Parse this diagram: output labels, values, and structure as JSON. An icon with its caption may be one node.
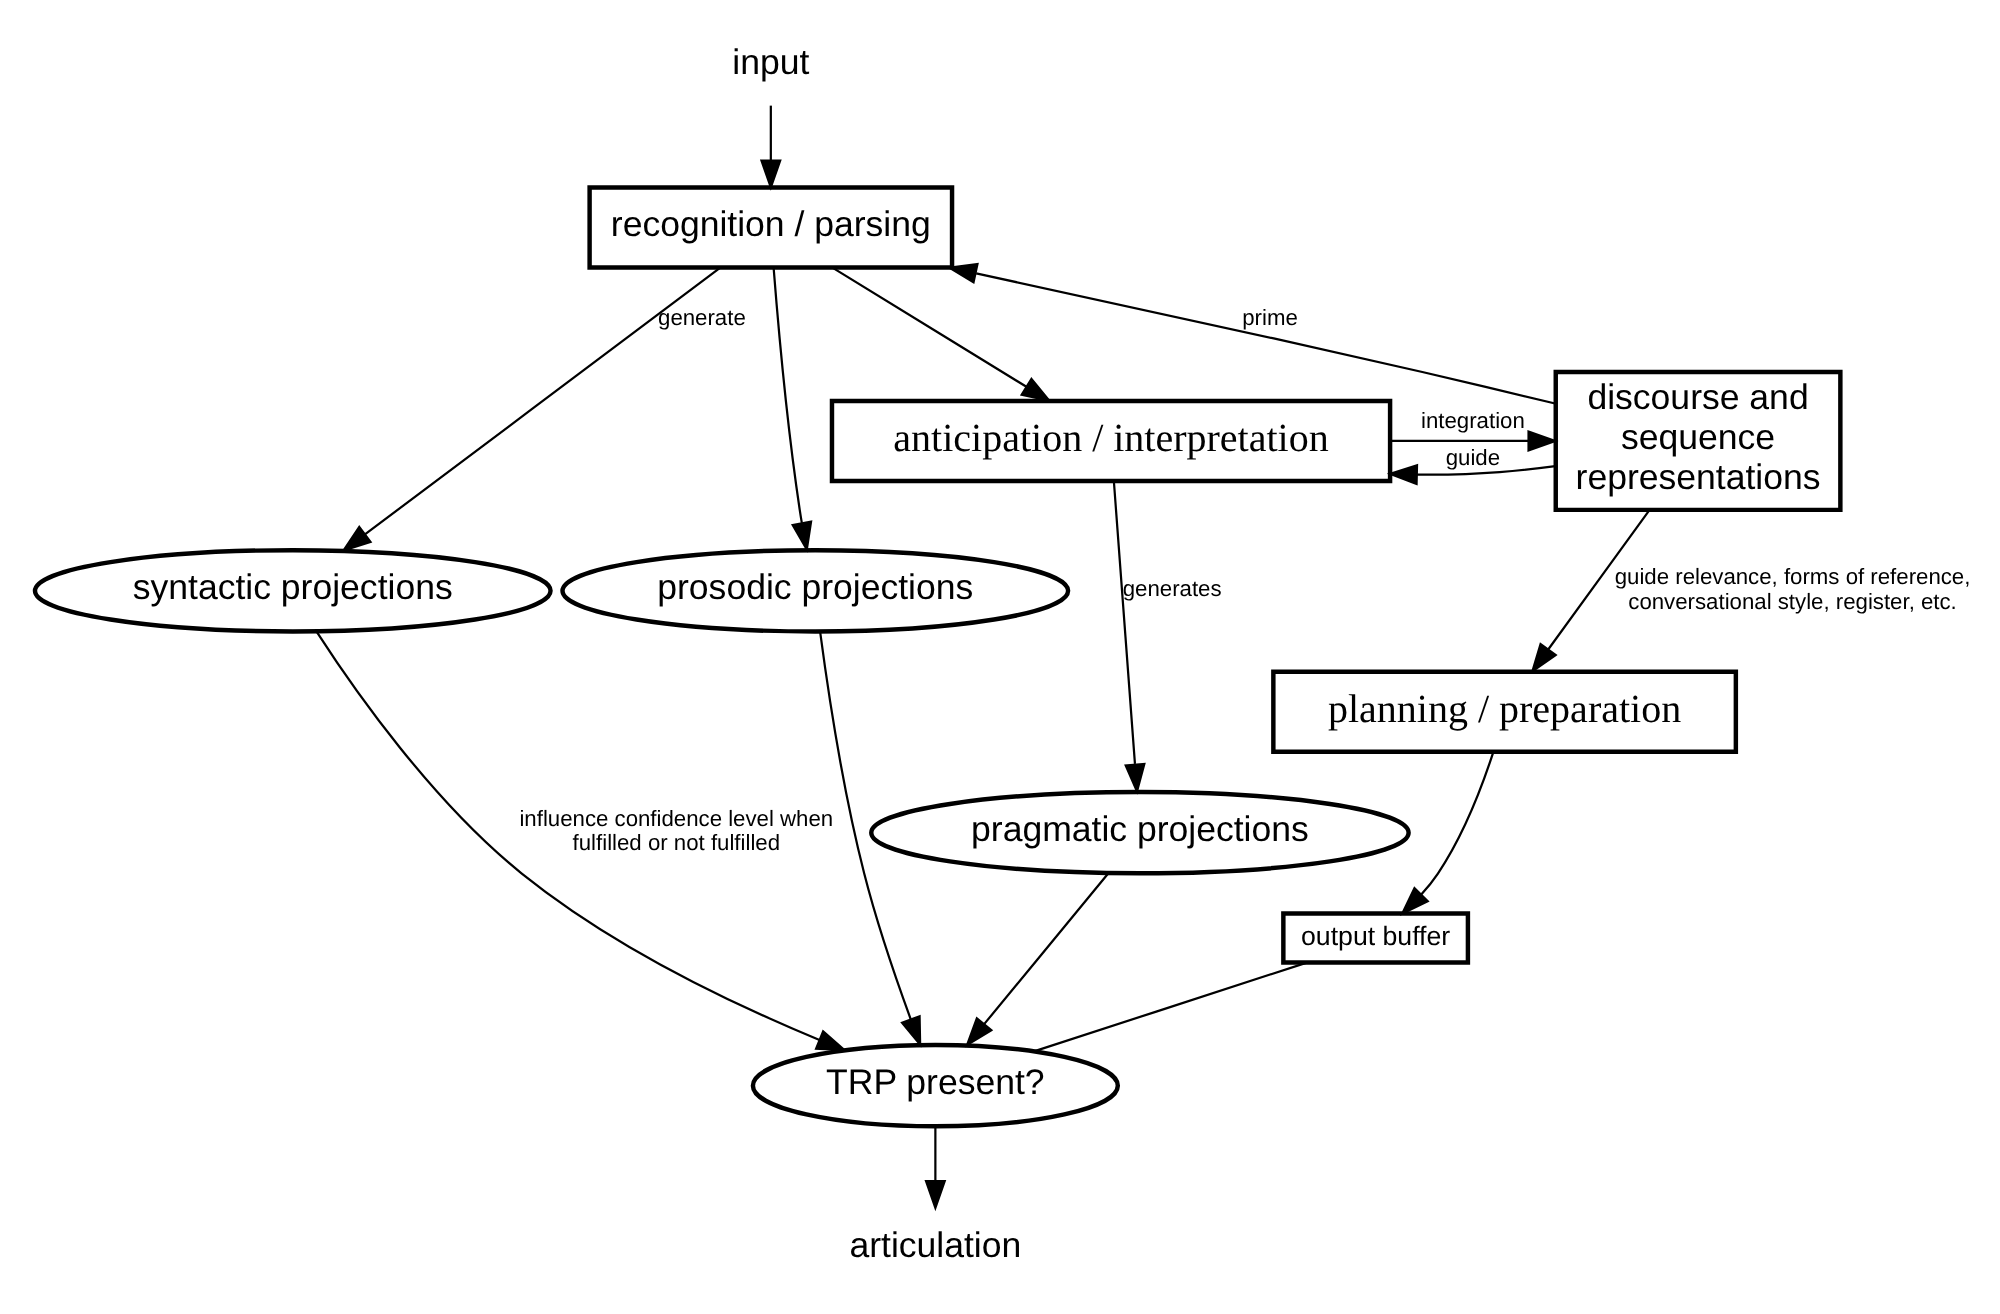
{
  "diagram": {
    "nodes": [
      {
        "text": [
          "input"
        ]
      },
      {
        "text": [
          "recognition / parsing"
        ]
      },
      {
        "text": [
          "syntactic projections"
        ]
      },
      {
        "text": [
          "prosodic projections"
        ]
      },
      {
        "text": [
          "discourse and sequence representations"
        ]
      },
      {
        "text": [
          "anticipation / interpretation"
        ]
      },
      {
        "text": [
          "pragmatic projections"
        ]
      },
      {
        "text": [
          "planning / preparation"
        ]
      },
      {
        "text": [
          "output buffer"
        ]
      },
      {
        "text": [
          "TRP present?"
        ]
      },
      {
        "text": [
          "articulation"
        ]
      }
    ],
    "edges": [
      {
        "from": 0,
        "to": 1,
        "arrow": "to"
      },
      {
        "from": 4,
        "to": 1,
        "arrow": "to",
        "label": "prime"
      },
      {
        "from": 1,
        "to": 2,
        "arrow": "to",
        "label": "generate"
      },
      {
        "from": 1,
        "to": 3,
        "arrow": "to"
      },
      {
        "from": 1,
        "to": 5,
        "arrow": "to"
      },
      {
        "from": 4,
        "to": 5,
        "arrow": "to",
        "label": "guide"
      },
      {
        "from": 5,
        "to": 4,
        "arrow": "to",
        "label": "integration"
      },
      {
        "from": 5,
        "to": 6,
        "arrow": "to",
        "label": "generates"
      },
      {
        "from": 4,
        "to": 7,
        "arrow": "to",
        "label": "guide relevance, forms of reference, conversational style, register, etc."
      },
      {
        "from": 7,
        "to": 8,
        "arrow": "to"
      },
      {
        "from": 8,
        "to": 9,
        "arrow": "none"
      },
      {
        "from": 9,
        "to": 10,
        "arrow": "to"
      },
      {
        "from": 2,
        "to": 9,
        "arrow": "to",
        "label": "influence confidence level when fulfilled or not fulfilled"
      },
      {
        "from": 3,
        "to": 9,
        "arrow": "to"
      },
      {
        "from": 6,
        "to": 9,
        "arrow": "to"
      }
    ]
  }
}
